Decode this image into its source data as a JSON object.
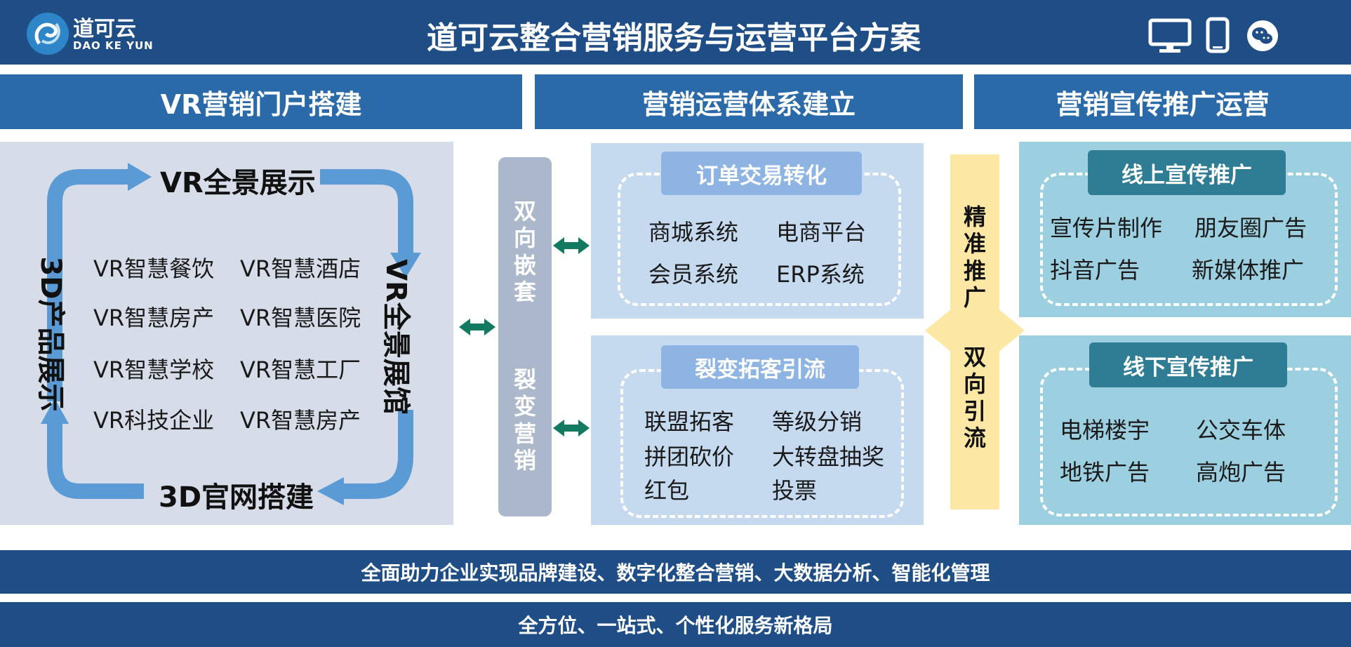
{
  "header": {
    "logo_cn": "道可云",
    "logo_en": "DAO KE YUN",
    "title": "道可云整合营销服务与运营平台方案",
    "icons": [
      "monitor-icon",
      "phone-icon",
      "wechat-icon"
    ]
  },
  "columns": {
    "left": "VR营销门户搭建",
    "middle": "营销运营体系建立",
    "right": "营销宣传推广运营"
  },
  "vr_panel": {
    "top": "VR全景展示",
    "right": "VR全景展馆",
    "bottom": "3D官网搭建",
    "left": "3D产品展示",
    "items": [
      "VR智慧餐饮",
      "VR智慧酒店",
      "VR智慧房产",
      "VR智慧医院",
      "VR智慧学校",
      "VR智慧工厂",
      "VR科技企业",
      "VR智慧房产"
    ]
  },
  "center_bar": {
    "chars_top": [
      "双",
      "向",
      "嵌",
      "套"
    ],
    "chars_bottom": [
      "裂",
      "变",
      "营",
      "销"
    ]
  },
  "order_box": {
    "title": "订单交易转化",
    "items": [
      "商城系统",
      "电商平台",
      "会员系统",
      "ERP系统"
    ]
  },
  "fission_box": {
    "title": "裂变拓客引流",
    "items": [
      "联盟拓客",
      "等级分销",
      "拼团砍价",
      "大转盘抽奖",
      "红包",
      "投票"
    ]
  },
  "precise_bar": {
    "chars_top": [
      "精",
      "准",
      "推",
      "广"
    ],
    "chars_bottom": [
      "双",
      "向",
      "引",
      "流"
    ]
  },
  "online_box": {
    "title": "线上宣传推广",
    "items": [
      "宣传片制作",
      "朋友圈广告",
      "抖音广告",
      "新媒体推广"
    ]
  },
  "offline_box": {
    "title": "线下宣传推广",
    "items": [
      "电梯楼宇",
      "公交车体",
      "地铁广告",
      "高炮广告"
    ]
  },
  "footer": {
    "line1": "全面助力企业实现品牌建设、数字化整合营销、大数据分析、智能化管理",
    "line2": "全方位、一站式、个性化服务新格局"
  },
  "colors": {
    "dark_blue": "#1f4d86",
    "header_blue": "#2b6aa9",
    "panel_gray": "#d6dde8",
    "panel_blue": "#c5d9ef",
    "tag_blue": "#8eb4e3",
    "panel_teal": "#9ccfe0",
    "tag_teal": "#2f7d95",
    "bar_gray": "#abb8cb",
    "bar_yellow": "#fde7a4",
    "arrow_green": "#127a61",
    "arrow_blue": "#5b9bd5"
  }
}
